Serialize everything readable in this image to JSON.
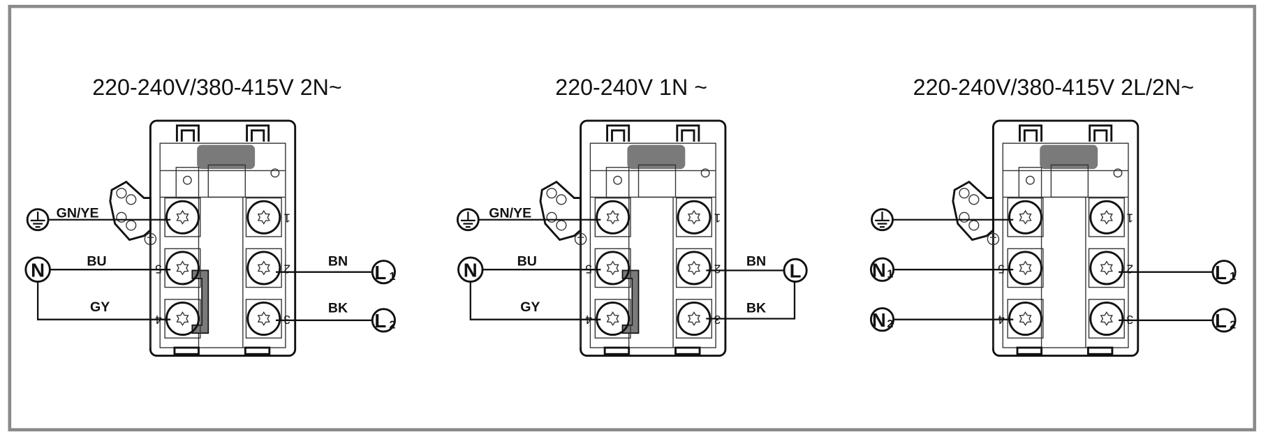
{
  "diagrams": [
    {
      "title": "220-240V/380-415V 2N~",
      "terminal_numbers": [
        "1",
        "2",
        "3",
        "4",
        "5"
      ],
      "wire_labels": {
        "earth": "GN/YE",
        "blue": "BU",
        "grey": "GY",
        "brown": "BN",
        "black": "BK"
      },
      "connections": {
        "neutral": "N",
        "line1": "L",
        "line1_sub": "1",
        "line2": "L",
        "line2_sub": "2"
      }
    },
    {
      "title": "220-240V 1N ~",
      "terminal_numbers": [
        "1",
        "2",
        "3",
        "4",
        "5"
      ],
      "wire_labels": {
        "earth": "GN/YE",
        "blue": "BU",
        "grey": "GY",
        "brown": "BN",
        "black": "BK"
      },
      "connections": {
        "neutral": "N",
        "line": "L"
      }
    },
    {
      "title": "220-240V/380-415V 2L/2N~",
      "terminal_numbers": [
        "1",
        "2",
        "3",
        "4",
        "5"
      ],
      "connections": {
        "neutral1": "N",
        "neutral1_sub": "1",
        "neutral2": "N",
        "neutral2_sub": "2",
        "line1": "L",
        "line1_sub": "1",
        "line2": "L",
        "line2_sub": "2"
      }
    }
  ],
  "colors": {
    "frame": "#8a8a8a",
    "bridge": "#7a7a7a",
    "ink": "#111111"
  }
}
